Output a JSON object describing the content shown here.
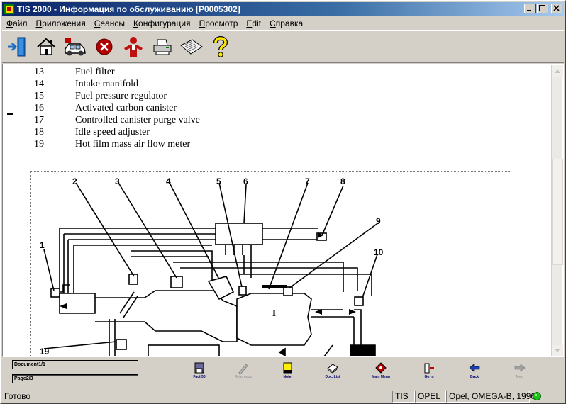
{
  "window": {
    "title": "TIS 2000 - Информация по обслуживанию [P0005302]"
  },
  "menu": [
    {
      "label": "Файл",
      "ul": "Ф",
      "rest": "айл"
    },
    {
      "label": "Приложения",
      "ul": "П",
      "rest": "риложения"
    },
    {
      "label": "Сеансы",
      "ul": "С",
      "rest": "еансы"
    },
    {
      "label": "Конфигурация",
      "ul": "К",
      "rest": "онфигурация"
    },
    {
      "label": "Просмотр",
      "ul": "П",
      "rest": "росмотр"
    },
    {
      "label": "Edit",
      "ul": "E",
      "rest": "dit"
    },
    {
      "label": "Справка",
      "ul": "С",
      "rest": "правка"
    }
  ],
  "toolbar": {
    "icons": [
      "exit-icon",
      "home-icon",
      "vehicle-icon",
      "stop-icon",
      "user-icon",
      "print-icon",
      "notes-icon",
      "help-icon"
    ]
  },
  "legend": [
    {
      "num": "13",
      "label": "Fuel filter"
    },
    {
      "num": "14",
      "label": "Intake manifold"
    },
    {
      "num": "15",
      "label": "Fuel pressure regulator"
    },
    {
      "num": "16",
      "label": "Activated carbon canister"
    },
    {
      "num": "17",
      "label": "Controlled canister purge valve"
    },
    {
      "num": "18",
      "label": "Idle speed adjuster"
    },
    {
      "num": "19",
      "label": "Hot film mass air flow meter"
    }
  ],
  "diagram": {
    "callouts": [
      "1",
      "2",
      "3",
      "4",
      "5",
      "6",
      "7",
      "8",
      "9",
      "10",
      "19"
    ],
    "engine_label": "I"
  },
  "bottom": {
    "document": "Document1/1",
    "page": "Page2/3",
    "buttons": [
      {
        "label": "Facit50",
        "enabled": true
      },
      {
        "label": "Reference",
        "enabled": false
      },
      {
        "label": "Note",
        "enabled": true
      },
      {
        "label": "Doc. List",
        "enabled": true
      },
      {
        "label": "Main Menu",
        "enabled": true
      },
      {
        "label": "Go to",
        "enabled": true
      },
      {
        "label": "Back",
        "enabled": true
      },
      {
        "label": "Next",
        "enabled": false
      }
    ]
  },
  "status": {
    "text": "Готово",
    "app": "TIS",
    "brand": "OPEL",
    "vehicle": "Opel, OMEGA-B, 1996"
  }
}
